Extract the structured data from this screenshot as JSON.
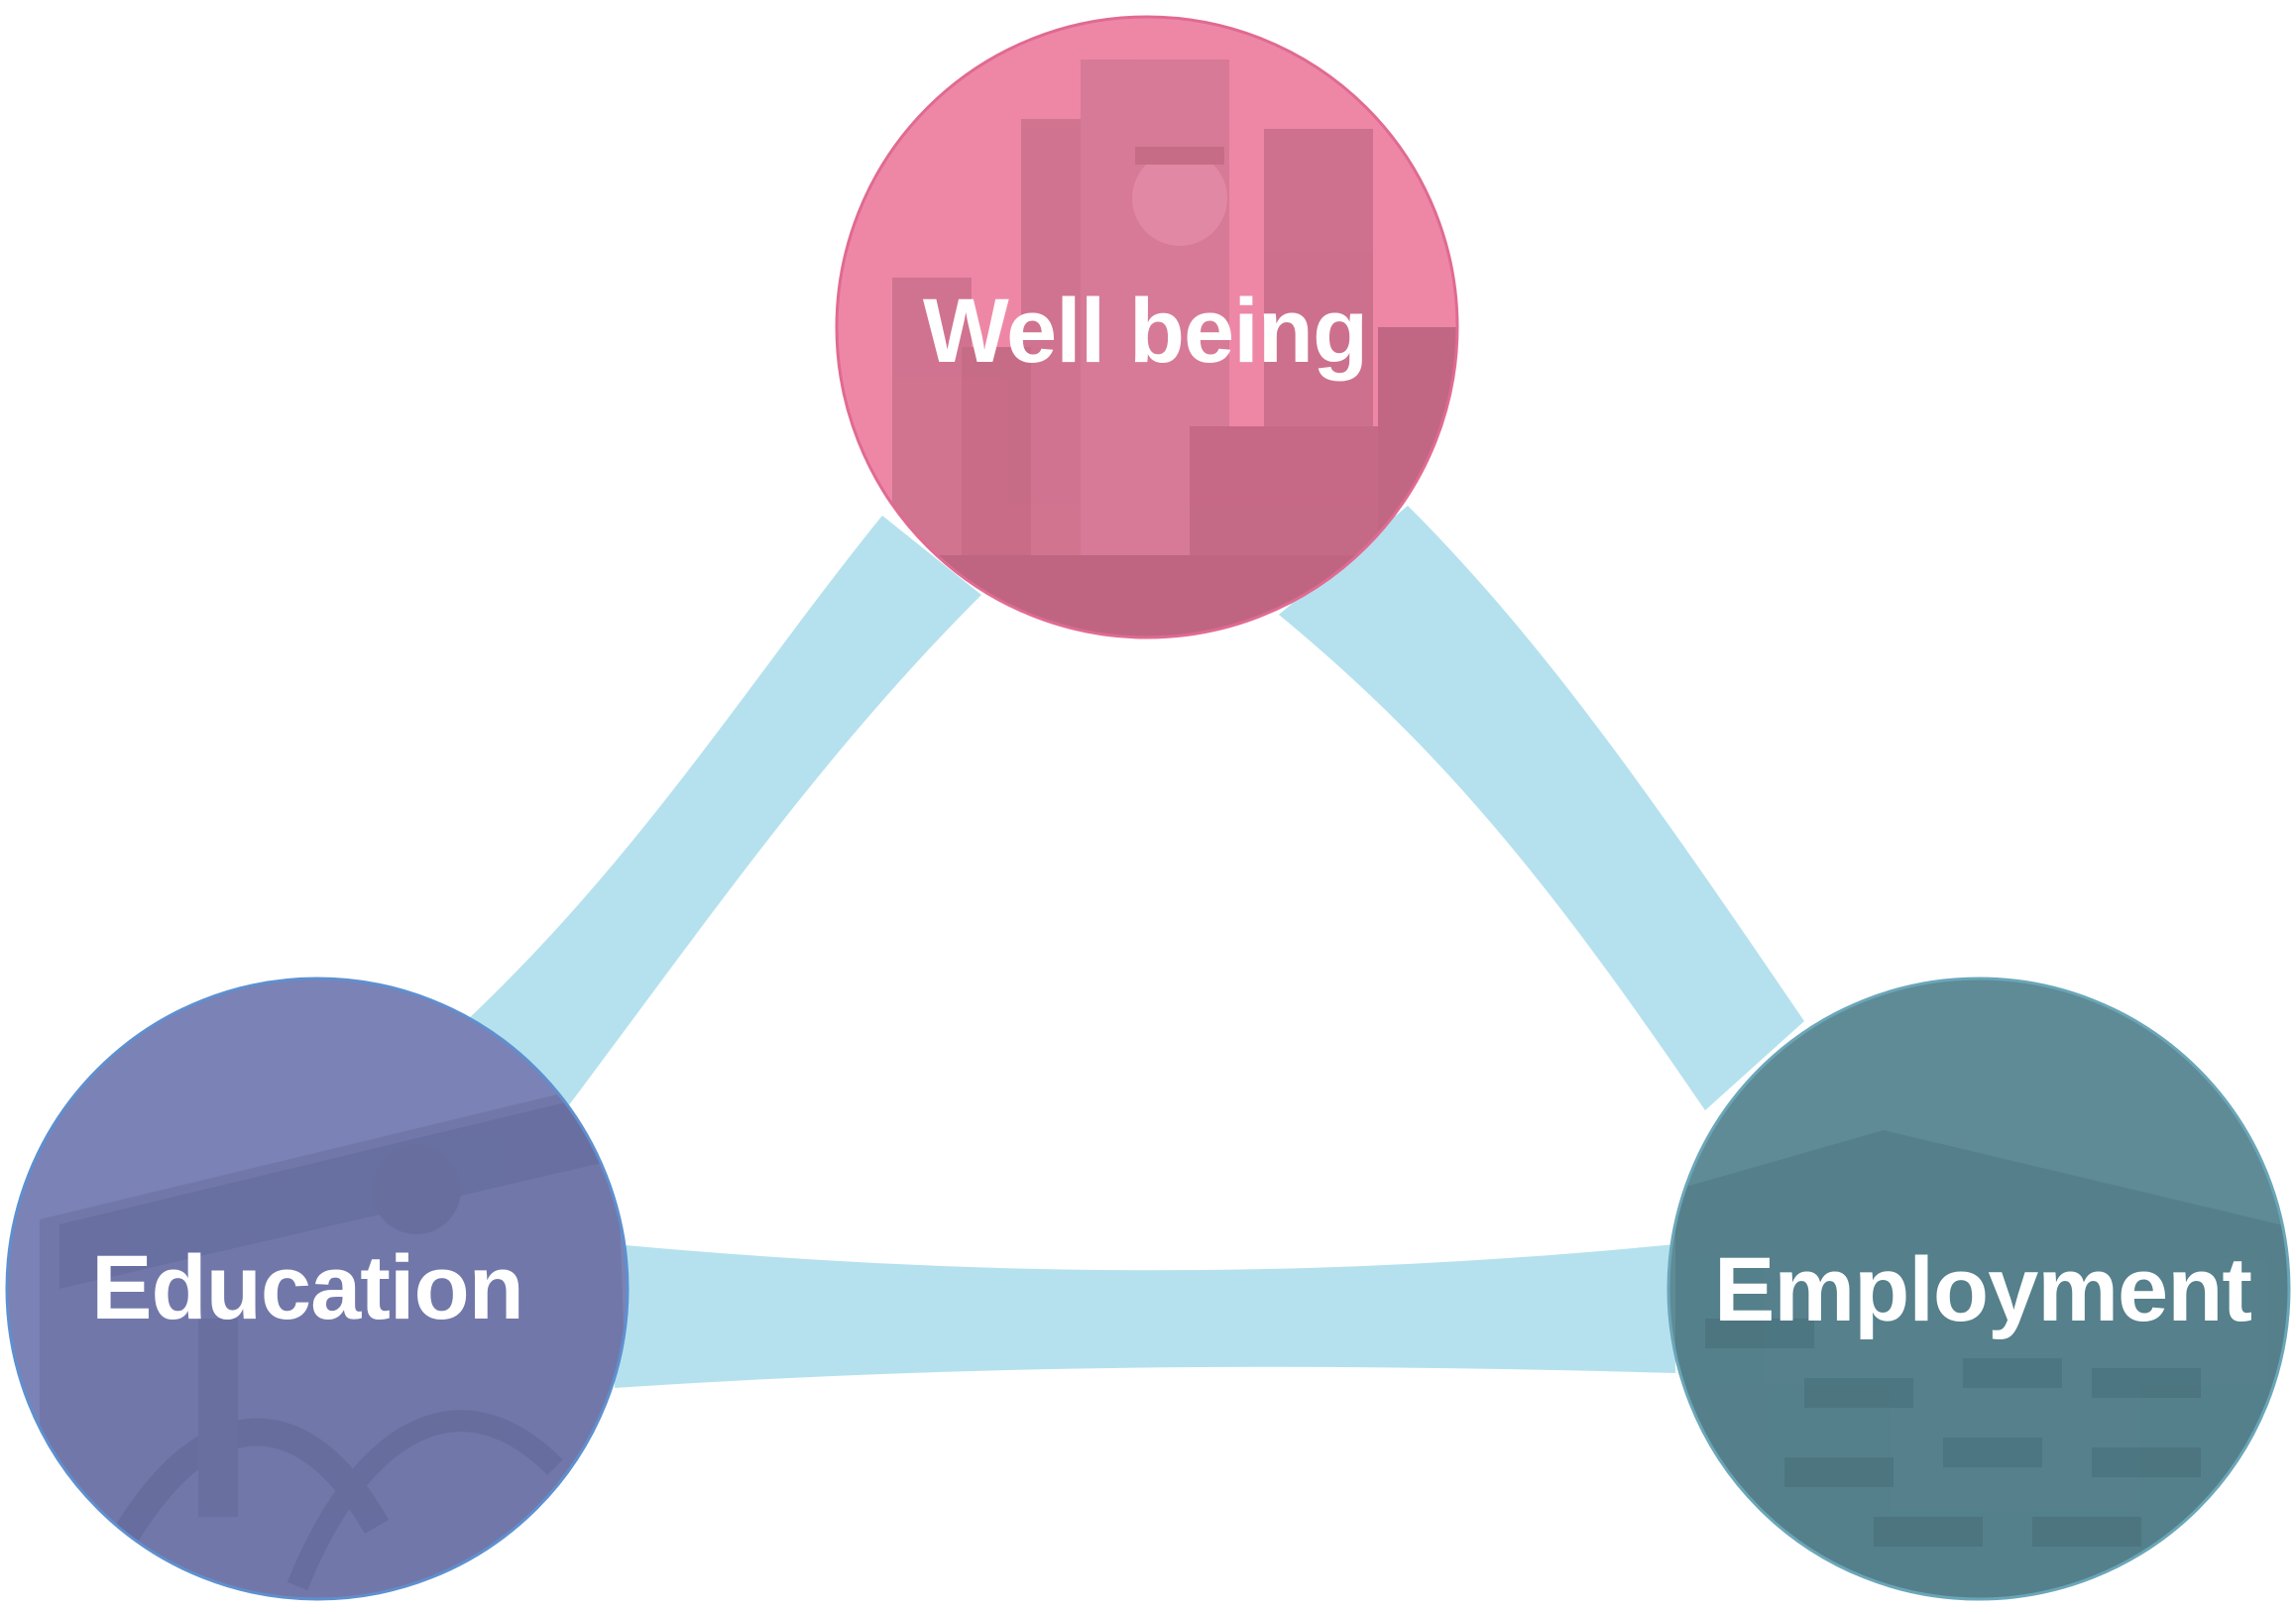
{
  "diagram": {
    "nodes": [
      {
        "id": "well-being",
        "label": "Well being",
        "color": "#ee87a6",
        "border": "#e06a92"
      },
      {
        "id": "education",
        "label": "Education",
        "color": "#7a82b6",
        "border": "#5f8fcf"
      },
      {
        "id": "employment",
        "label": "Employment",
        "color": "#5e8b96",
        "border": "#6aa6b8"
      }
    ],
    "connector_color": "#b5e1ee"
  }
}
